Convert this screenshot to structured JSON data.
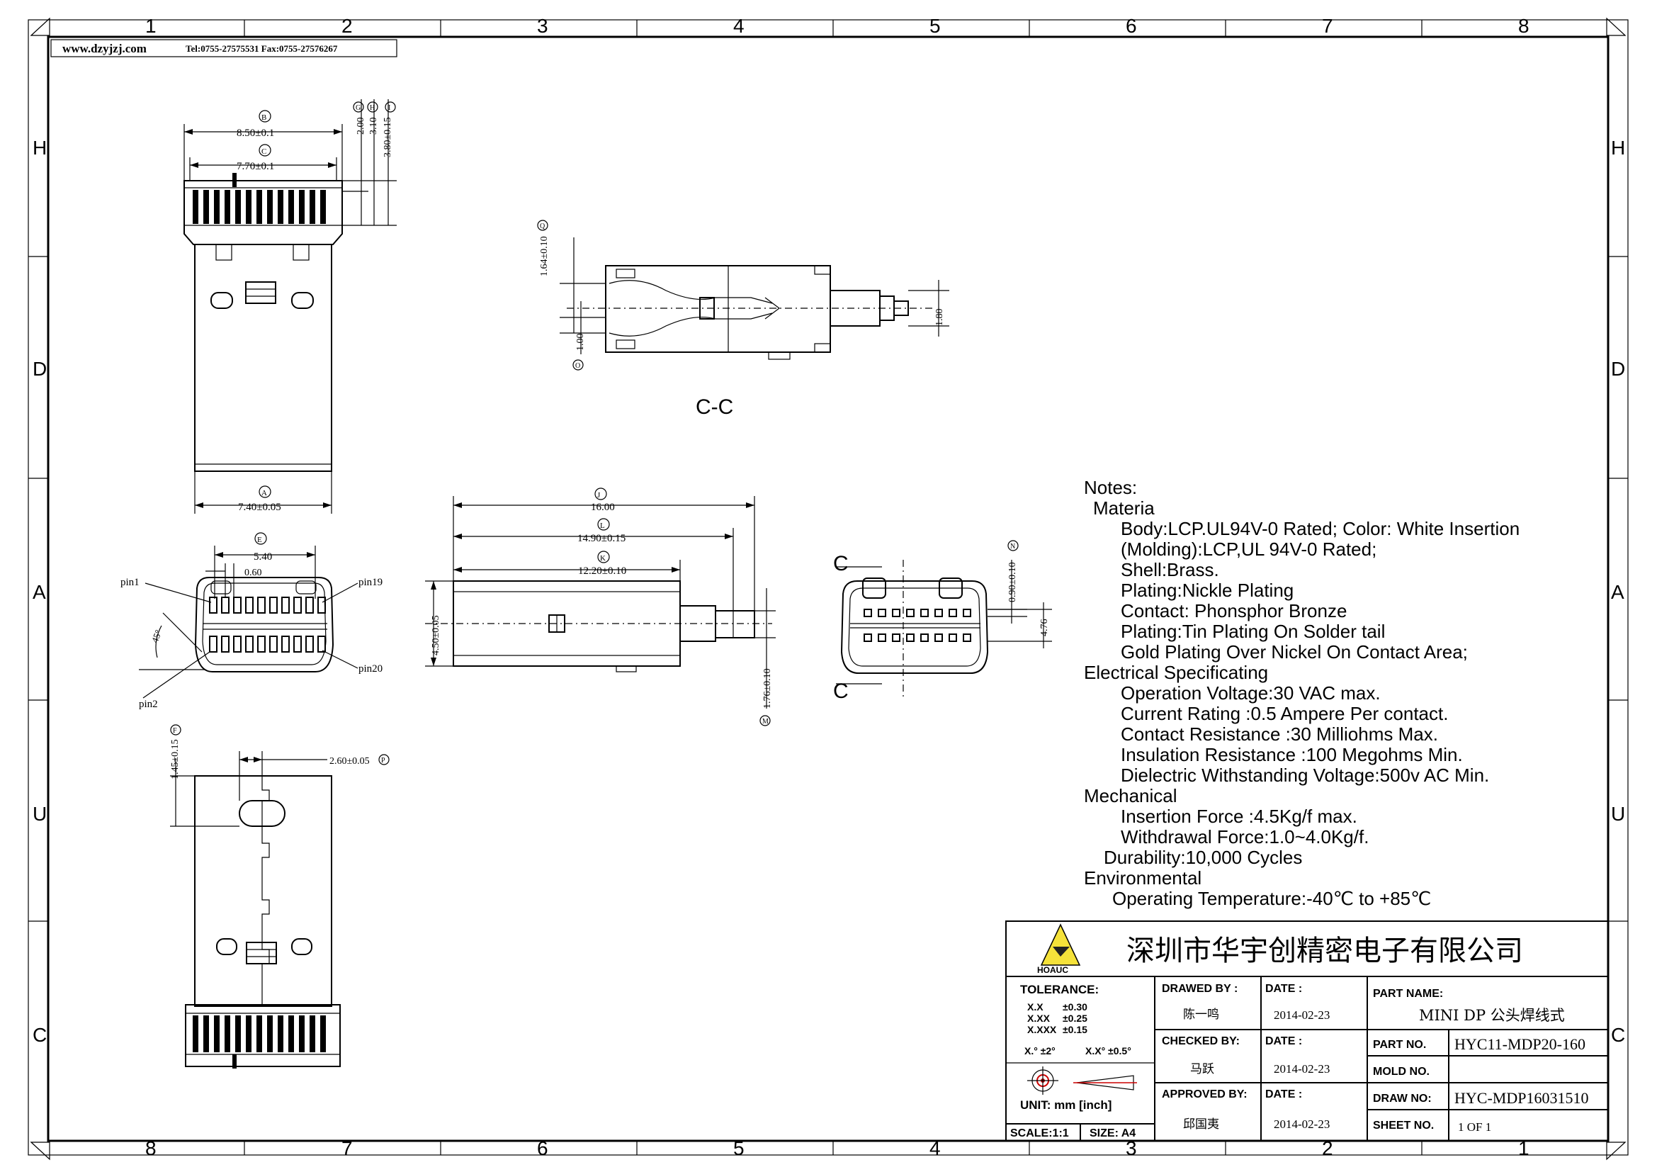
{
  "header": {
    "website": "www.dzyjzj.com",
    "contact": "Tel:0755-27575531 Fax:0755-27576267"
  },
  "border": {
    "top_numbers": [
      "1",
      "2",
      "3",
      "4",
      "5",
      "6",
      "7",
      "8"
    ],
    "bottom_numbers": [
      "8",
      "7",
      "6",
      "5",
      "4",
      "3",
      "2",
      "1"
    ],
    "left_letters": [
      "H",
      "D",
      "A",
      "U",
      "C"
    ],
    "right_letters": [
      "H",
      "D",
      "A",
      "U",
      "C"
    ]
  },
  "views": {
    "top_view": {
      "dim_b": "8.50±0.1",
      "dim_c": "7.70±0.1",
      "dim_a": "7.40±0.05",
      "dim_h1": "2.00",
      "dim_h2": "3.10",
      "dim_h3": "3.80±0.15",
      "marker_b": "B",
      "marker_c": "C",
      "marker_a": "A",
      "marker_g": "G",
      "marker_h": "H",
      "marker_i": "I"
    },
    "front_view": {
      "dim_540": "5.40",
      "dim_060": "0.60",
      "pin1": "pin1",
      "pin2": "pin2",
      "pin19": "pin19",
      "pin20": "pin20",
      "angle": "45°",
      "marker_e": "E"
    },
    "bottom_view": {
      "dim_145": "1.45±0.15",
      "dim_260": "2.60±0.05",
      "marker_f": "F",
      "marker_p": "P"
    },
    "section_cc": {
      "label": "C-C",
      "dim_164": "1.64±0.10",
      "dim_100": "1.00",
      "dim_180": "1.80",
      "marker_q": "Q",
      "marker_o": "O"
    },
    "side_view": {
      "dim_16": "16.00",
      "dim_1490": "14.90±0.15",
      "dim_1220": "12.20±0.10",
      "dim_450": "4.50±0.05",
      "dim_176": "1.76±0.10",
      "marker_j": "J",
      "marker_l": "L",
      "marker_k": "K",
      "marker_m": "M"
    },
    "end_view": {
      "c_top": "C",
      "c_bottom": "C",
      "dim_090": "0.90±0.10",
      "dim_476": "4.76",
      "marker_n": "N"
    }
  },
  "notes": {
    "lines": [
      {
        "text": "Notes:",
        "indent": 0
      },
      {
        "text": "Materia",
        "indent": 1
      },
      {
        "text": "Body:LCP.UL94V-0 Rated; Color: White Insertion",
        "indent": 2
      },
      {
        "text": "(Molding):LCP,UL 94V-0 Rated;",
        "indent": 2
      },
      {
        "text": "Shell:Brass.",
        "indent": 2
      },
      {
        "text": "Plating:Nickle Plating",
        "indent": 2
      },
      {
        "text": "Contact: Phonsphor Bronze",
        "indent": 2
      },
      {
        "text": "Plating:Tin Plating On Solder tail",
        "indent": 2
      },
      {
        "text": "Gold Plating Over Nickel On Contact Area;",
        "indent": 2
      },
      {
        "text": "Electrical Specificating",
        "indent": 0
      },
      {
        "text": "Operation Voltage:30 VAC max.",
        "indent": 2
      },
      {
        "text": "Current Rating :0.5 Ampere Per contact.",
        "indent": 2
      },
      {
        "text": "Contact Resistance :30 Milliohms Max.",
        "indent": 2
      },
      {
        "text": "Insulation Resistance :100 Megohms Min.",
        "indent": 2
      },
      {
        "text": "Dielectric Withstanding Voltage:500v AC Min.",
        "indent": 2
      },
      {
        "text": "Mechanical",
        "indent": 0
      },
      {
        "text": "Insertion Force :4.5Kg/f max.",
        "indent": 2
      },
      {
        "text": "Withdrawal Force:1.0~4.0Kg/f.",
        "indent": 2
      },
      {
        "text": "Durability:10,000 Cycles",
        "indent": 1
      },
      {
        "text": "Environmental",
        "indent": 0
      },
      {
        "text": "Operating Temperature:-40℃ to +85℃",
        "indent": 1
      }
    ]
  },
  "title_block": {
    "logo_text": "HOAUC",
    "company": "深圳市华宇创精密电子有限公司",
    "tolerance_label": "TOLERANCE:",
    "tol_rows": [
      {
        "k": "X.X",
        "v": "±0.30"
      },
      {
        "k": "X.XX",
        "v": "±0.25"
      },
      {
        "k": "X.XXX",
        "v": "±0.15"
      }
    ],
    "tol_angle_1": "X.° ±2°",
    "tol_angle_2": "X.X° ±0.5°",
    "unit": "UNIT: mm [inch]",
    "scale": "SCALE:1:1",
    "size": "SIZE: A4",
    "drawn_by_label": "DRAWED BY :",
    "drawn_by": "陈一鸣",
    "checked_by_label": "CHECKED BY:",
    "checked_by": "马跃",
    "approved_by_label": "APPROVED BY:",
    "approved_by": "邱国夷",
    "date_label": "DATE :",
    "date1": "2014-02-23",
    "date2": "2014-02-23",
    "date3": "2014-02-23",
    "part_name_label": "PART NAME:",
    "part_name": "MINI DP 公头焊线式",
    "part_no_label": "PART NO.",
    "part_no": "HYC11-MDP20-160",
    "mold_no_label": "MOLD NO.",
    "mold_no": "",
    "draw_no_label": "DRAW NO:",
    "draw_no": "HYC-MDP16031510",
    "sheet_no_label": "SHEET NO.",
    "sheet_no": "1 OF 1"
  }
}
